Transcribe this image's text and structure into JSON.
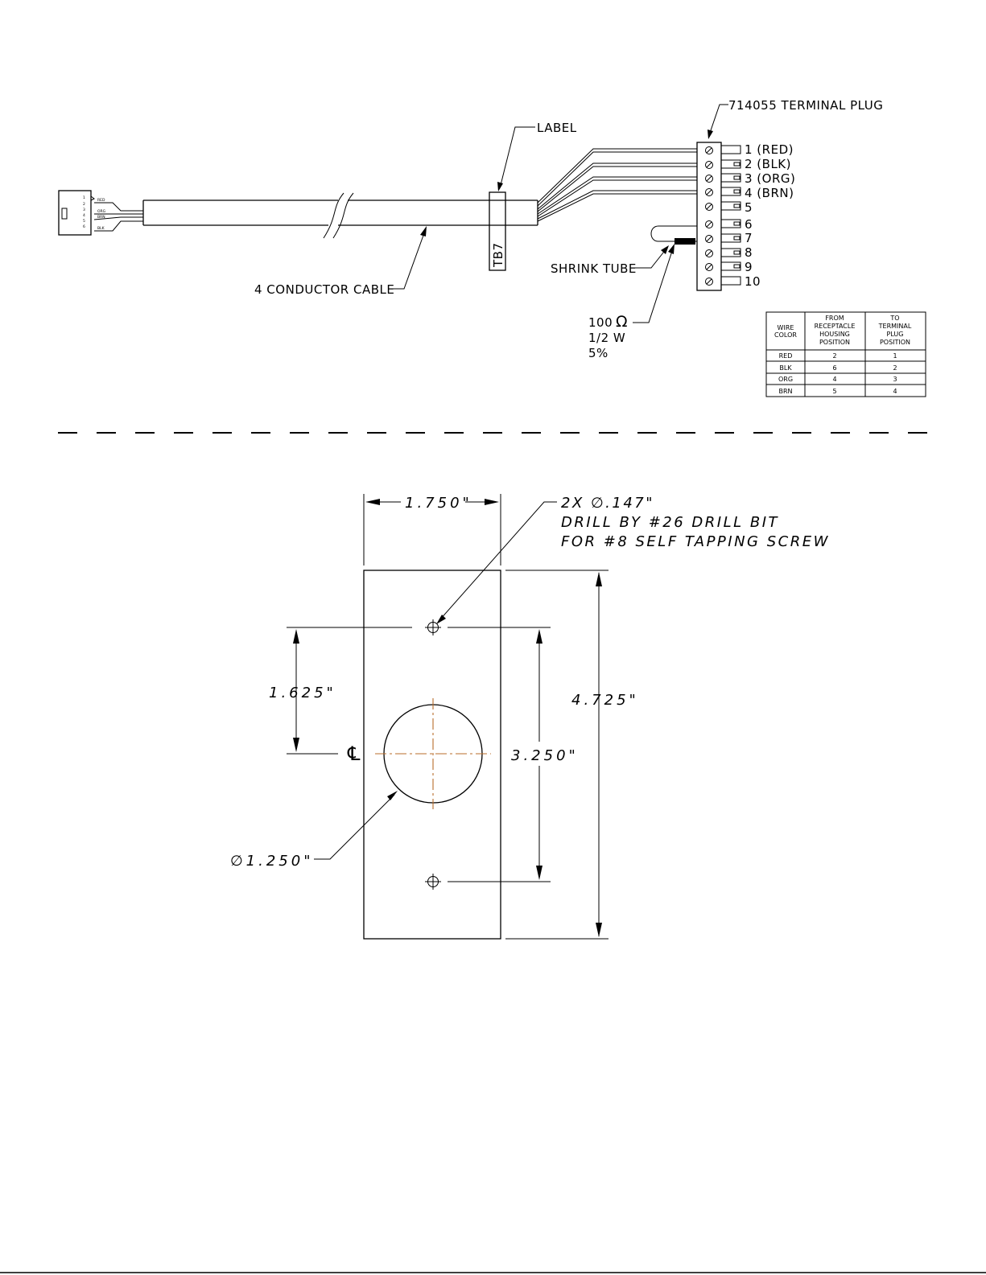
{
  "labels": {
    "terminal_plug": "714055 TERMINAL PLUG",
    "label": "LABEL",
    "tb": "TB7",
    "shrink_tube": "SHRINK TUBE",
    "cable": "4 CONDUCTOR CABLE",
    "resistor_value": "100",
    "resistor_symbol": "Ω",
    "resistor_watt": "1/2 W",
    "resistor_tol": "5%"
  },
  "receptacle": {
    "pins": [
      "1",
      "2",
      "3",
      "4",
      "5",
      "6"
    ],
    "wires": [
      "RED",
      "ORG",
      "BRN",
      "BLK"
    ]
  },
  "terminal_positions": [
    "1 (RED)",
    "2 (BLK)",
    "3 (ORG)",
    "4 (BRN)",
    "5",
    "6",
    "7",
    "8",
    "9",
    "10"
  ],
  "wire_table": {
    "headers": [
      "WIRE COLOR",
      "FROM RECEPTACLE HOUSING POSITION",
      "TO TERMINAL PLUG POSITION"
    ],
    "header_lines": [
      [
        "WIRE",
        "COLOR"
      ],
      [
        "FROM",
        "RECEPTACLE",
        "HOUSING",
        "POSITION"
      ],
      [
        "TO",
        "TERMINAL",
        "PLUG",
        "POSITION"
      ]
    ],
    "rows": [
      [
        "RED",
        "2",
        "1"
      ],
      [
        "BLK",
        "6",
        "2"
      ],
      [
        "ORG",
        "4",
        "3"
      ],
      [
        "BRN",
        "5",
        "4"
      ]
    ]
  },
  "plate": {
    "width_dim": "1.750\"",
    "height_dim": "4.725\"",
    "hole_spacing_dim": "3.250\"",
    "offset_dim": "1.625\"",
    "centerline_symbol": "℄",
    "big_hole_dim": "∅1.250\"",
    "hole_note": [
      "2X ∅.147\"",
      "DRILL BY #26 DRILL BIT",
      "FOR #8 SELF TAPPING SCREW"
    ]
  }
}
